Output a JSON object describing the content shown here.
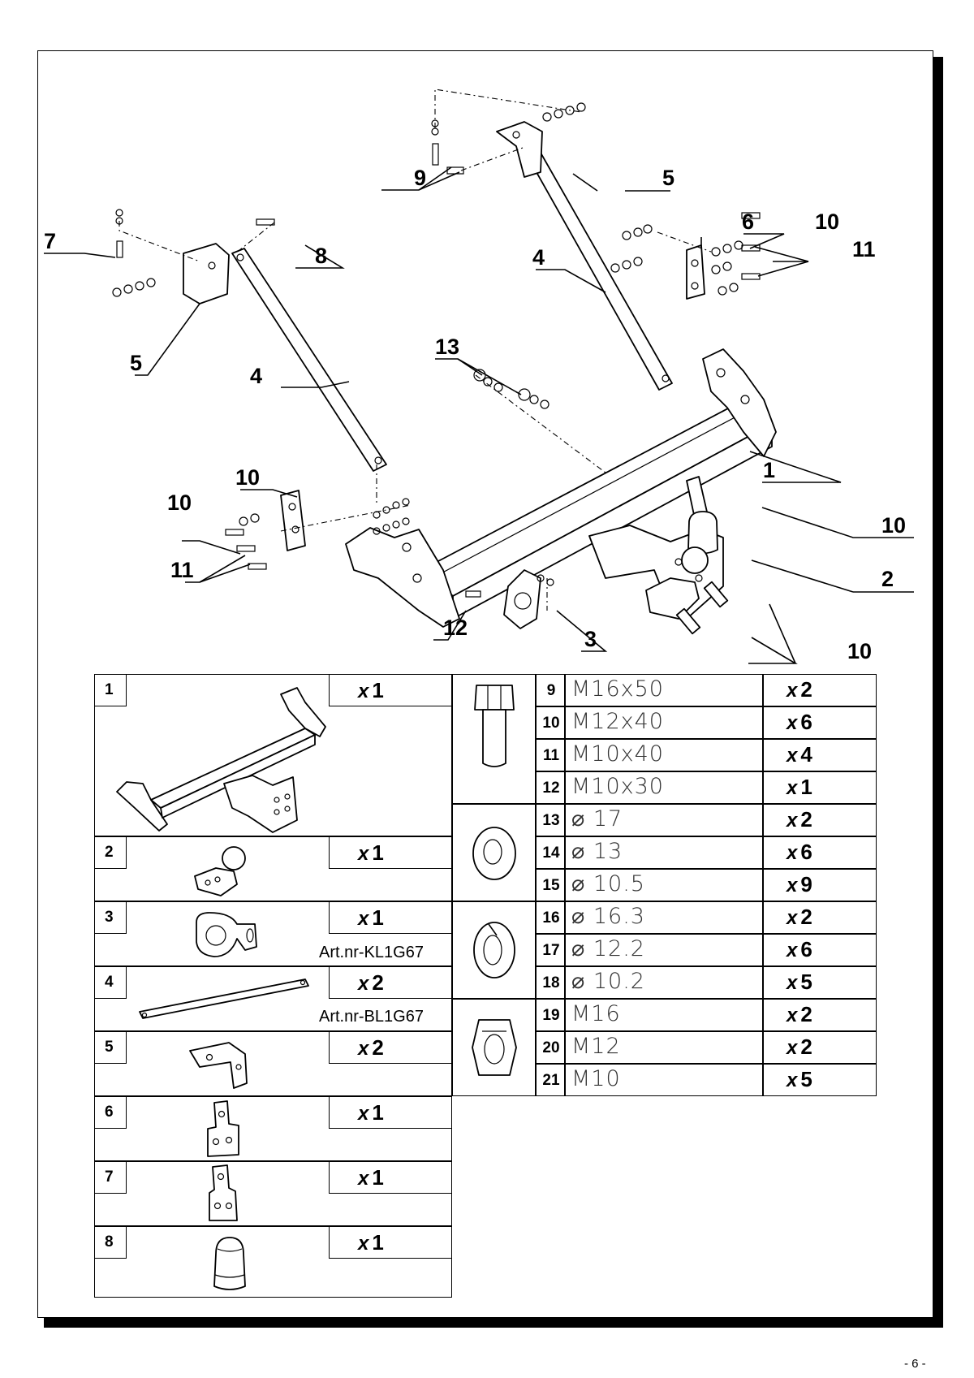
{
  "page_number": "- 6 -",
  "callouts": [
    "1",
    "2",
    "3",
    "4",
    "4",
    "5",
    "5",
    "6",
    "7",
    "8",
    "9",
    "10",
    "10",
    "10",
    "10",
    "10",
    "11",
    "11",
    "12",
    "13"
  ],
  "quantity_prefix": "x",
  "left_parts": [
    {
      "number": "1",
      "qty": "1",
      "art_nr": "",
      "icon": "towbar-crossbar-icon"
    },
    {
      "number": "2",
      "qty": "1",
      "art_nr": "",
      "icon": "tow-ball-icon"
    },
    {
      "number": "3",
      "qty": "1",
      "art_nr": "Art.nr-KL1G67",
      "icon": "socket-plate-icon"
    },
    {
      "number": "4",
      "qty": "2",
      "art_nr": "Art.nr-BL1G67",
      "icon": "support-strap-icon"
    },
    {
      "number": "5",
      "qty": "2",
      "art_nr": "",
      "icon": "angle-bracket-icon"
    },
    {
      "number": "6",
      "qty": "1",
      "art_nr": "",
      "icon": "mounting-plate-icon"
    },
    {
      "number": "7",
      "qty": "1",
      "art_nr": "",
      "icon": "mounting-plate-icon"
    },
    {
      "number": "8",
      "qty": "1",
      "art_nr": "",
      "icon": "ball-cover-icon"
    }
  ],
  "hardware": [
    {
      "number": "9",
      "spec": "M16x50",
      "qty": "2",
      "group": "bolt-icon"
    },
    {
      "number": "10",
      "spec": "M12x40",
      "qty": "6",
      "group": "bolt-icon"
    },
    {
      "number": "11",
      "spec": "M10x40",
      "qty": "4",
      "group": "bolt-icon"
    },
    {
      "number": "12",
      "spec": "M10x30",
      "qty": "1",
      "group": "bolt-icon"
    },
    {
      "number": "13",
      "spec": "⌀ 17",
      "qty": "2",
      "group": "flat-washer-icon"
    },
    {
      "number": "14",
      "spec": "⌀ 13",
      "qty": "6",
      "group": "flat-washer-icon"
    },
    {
      "number": "15",
      "spec": "⌀ 10.5",
      "qty": "9",
      "group": "flat-washer-icon"
    },
    {
      "number": "16",
      "spec": "⌀ 16.3",
      "qty": "2",
      "group": "spring-washer-icon"
    },
    {
      "number": "17",
      "spec": "⌀ 12.2",
      "qty": "6",
      "group": "spring-washer-icon"
    },
    {
      "number": "18",
      "spec": "⌀ 10.2",
      "qty": "5",
      "group": "spring-washer-icon"
    },
    {
      "number": "19",
      "spec": "M16",
      "qty": "2",
      "group": "nut-icon"
    },
    {
      "number": "20",
      "spec": "M12",
      "qty": "2",
      "group": "nut-icon"
    },
    {
      "number": "21",
      "spec": "M10",
      "qty": "5",
      "group": "nut-icon"
    }
  ]
}
